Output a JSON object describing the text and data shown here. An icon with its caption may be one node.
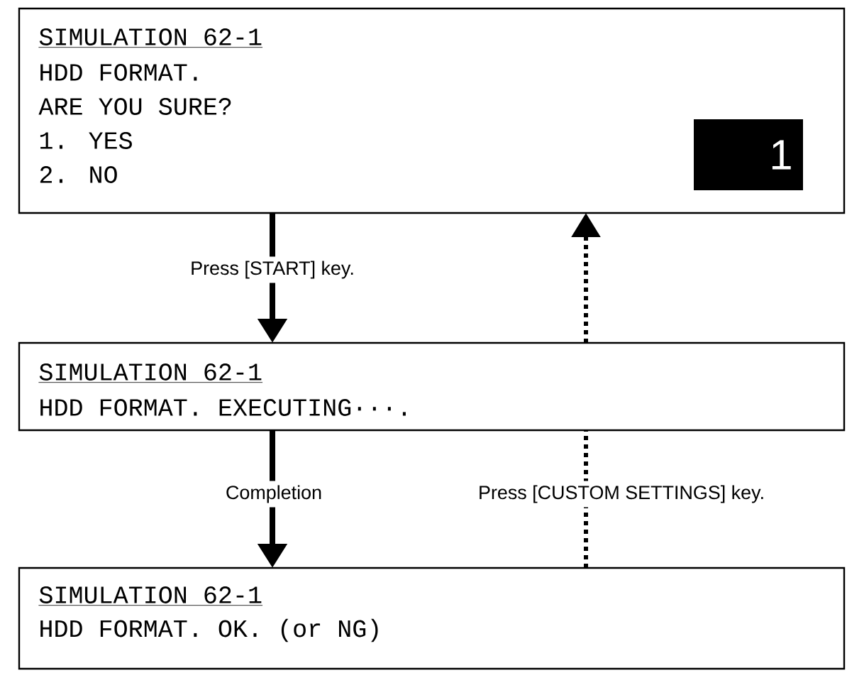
{
  "diagram": {
    "nodes": [
      {
        "text": [
          "SIMULATION 62-1",
          "HDD FORMAT.",
          "ARE YOU SURE?",
          "1. YES",
          "2. NO"
        ]
      },
      {
        "text": [
          "SIMULATION 62-1",
          "HDD FORMAT. EXECUTING···."
        ]
      },
      {
        "text": [
          "SIMULATION 62-1",
          "HDD FORMAT. OK. (or NG)"
        ]
      },
      {
        "text": [
          "1"
        ],
        "in": 0
      }
    ],
    "edges": [
      {
        "from": 0,
        "to": 1,
        "arrow": "to",
        "label": "Press [START] key."
      },
      {
        "from": 1,
        "to": 2,
        "arrow": "to",
        "label": "Completion"
      },
      {
        "from": 1,
        "to": 0,
        "arrow": "to",
        "style": "dashed"
      },
      {
        "from": 2,
        "to": 1,
        "arrow": "none",
        "label": "Press [CUSTOM SETTINGS] key.",
        "style": "dashed"
      }
    ]
  }
}
